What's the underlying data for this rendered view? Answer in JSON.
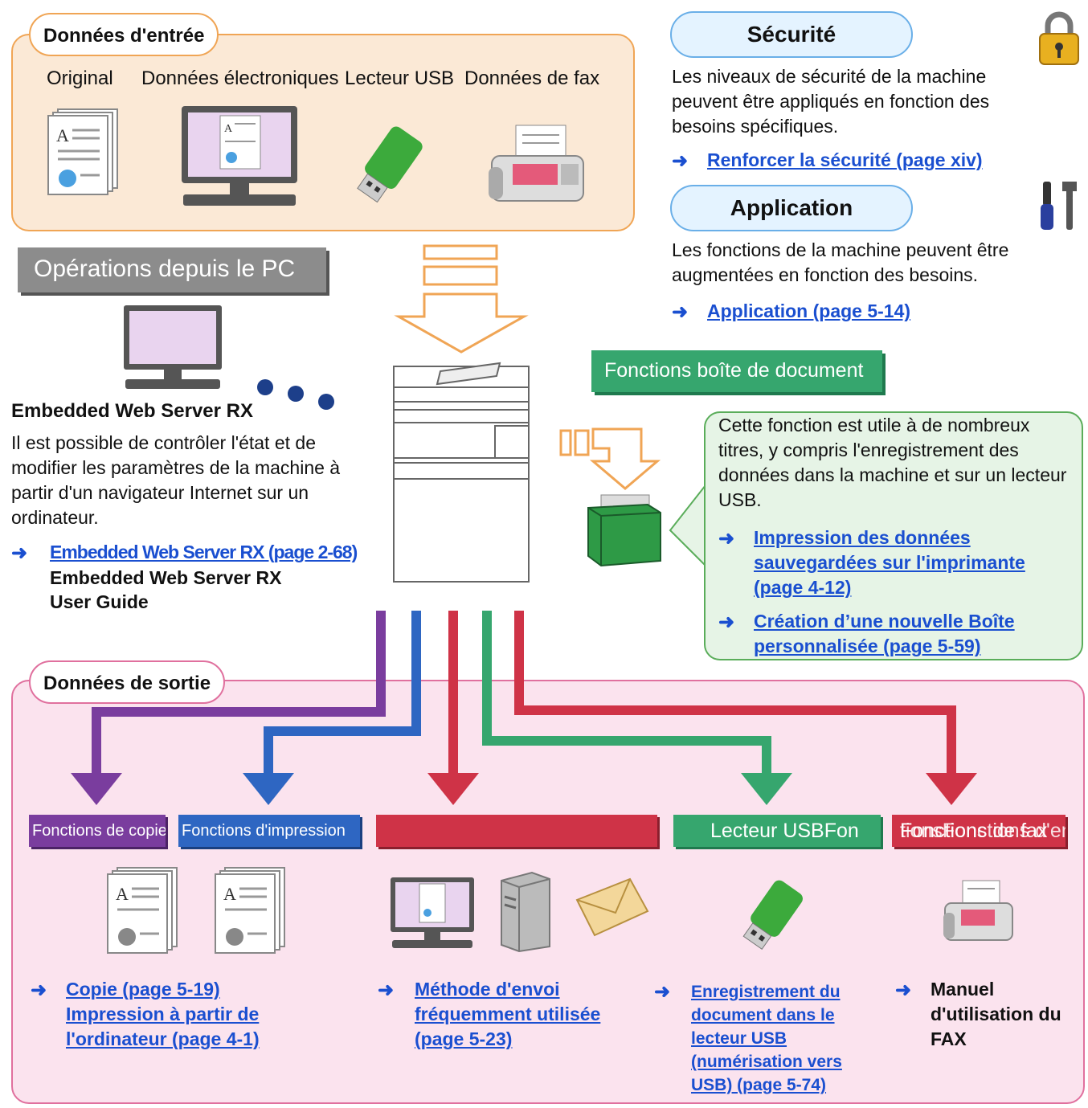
{
  "input_panel": {
    "title": "Données d'entrée",
    "items": [
      "Original",
      "Données électroniques",
      "Lecteur USB",
      "Données de fax"
    ]
  },
  "security": {
    "title": "Sécurité",
    "text": "Les niveaux de sécurité de la machine peuvent être appliqués en fonction des besoins spécifiques.",
    "link": "Renforcer la sécurité (page xiv)"
  },
  "application": {
    "title": "Application",
    "text": "Les fonctions de la machine peuvent être augmentées en fonction des besoins.",
    "link": "Application (page 5-14)"
  },
  "pc_ops": {
    "title": "Opérations depuis le PC",
    "heading": "Embedded Web Server RX",
    "text": "Il est possible de contrôler l'état et de modifier les paramètres de la machine à partir d'un navigateur Internet sur un ordinateur.",
    "link": "Embedded Web Server RX (page 2-68)",
    "guide_line1": "Embedded Web Server RX",
    "guide_line2": "User Guide"
  },
  "doc_box": {
    "title": "Fonctions boîte de document",
    "text": "Cette fonction est utile à de nombreux titres, y compris l'enregistrement des données dans la machine et sur un lecteur USB.",
    "link1": "Impression des données sauvegardées sur l'imprimante (page 4-12)",
    "link2": "Création d’une nouvelle Boîte personnalisée (page 5-59)"
  },
  "output_panel": {
    "title": "Données de sortie",
    "bars": {
      "copy": "Fonctions de copie",
      "print": "Fonctions d'impression",
      "send": "",
      "usb": "Lecteur USBFon",
      "overlap": "tionsFonctions d'envoi",
      "fax": "Fonctions de fax"
    },
    "links": {
      "copy": "Copie (page 5-19)",
      "print": "Impression à partir de l'ordinateur (page 4-1)",
      "send": "Méthode d'envoi fréquemment utilisée (page 5-23)",
      "usb": "Enregistrement du document dans le lecteur USB (numérisation vers USB) (page 5-74)",
      "fax": "Manuel d'utilisation du FAX"
    }
  },
  "colors": {
    "purple": "#7a3d9e",
    "blue": "#2e66c2",
    "red": "#cf3347",
    "green": "#36a66e",
    "link": "#1a4fd0",
    "orange": "#f0a555",
    "pink": "#e0709e"
  }
}
